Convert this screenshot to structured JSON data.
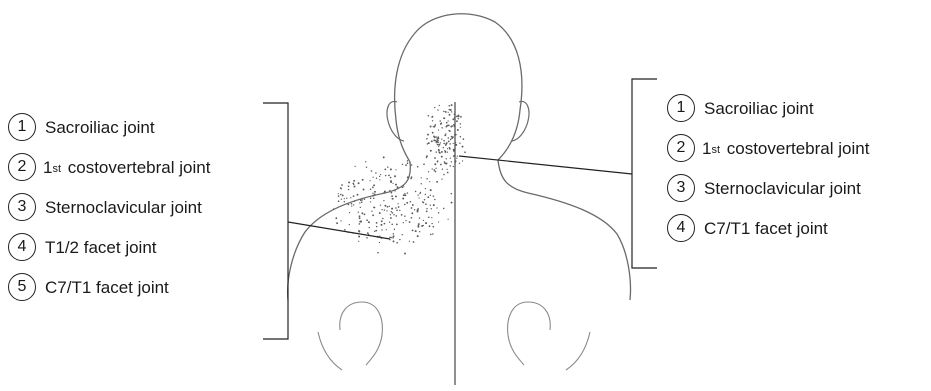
{
  "left_panel": {
    "items": [
      {
        "number": "1",
        "pre": "",
        "sup": "",
        "text": "Sacroiliac joint"
      },
      {
        "number": "2",
        "pre": "1",
        "sup": "st",
        "text": " costovertebral joint"
      },
      {
        "number": "3",
        "pre": "",
        "sup": "",
        "text": "Sternoclavicular joint"
      },
      {
        "number": "4",
        "pre": "",
        "sup": "",
        "text": "T1/2 facet joint"
      },
      {
        "number": "5",
        "pre": "",
        "sup": "",
        "text": "C7/T1 facet joint"
      }
    ]
  },
  "right_panel": {
    "items": [
      {
        "number": "1",
        "pre": "",
        "sup": "",
        "text": "Sacroiliac joint"
      },
      {
        "number": "2",
        "pre": "1",
        "sup": "st",
        "text": " costovertebral joint"
      },
      {
        "number": "3",
        "pre": "",
        "sup": "",
        "text": "Sternoclavicular joint"
      },
      {
        "number": "4",
        "pre": "",
        "sup": "",
        "text": "C7/T1 facet joint"
      }
    ]
  },
  "colors": {
    "ink": "#1a1a1a",
    "outline": "#6a6a6a",
    "stipple": "#5a5a5a"
  }
}
